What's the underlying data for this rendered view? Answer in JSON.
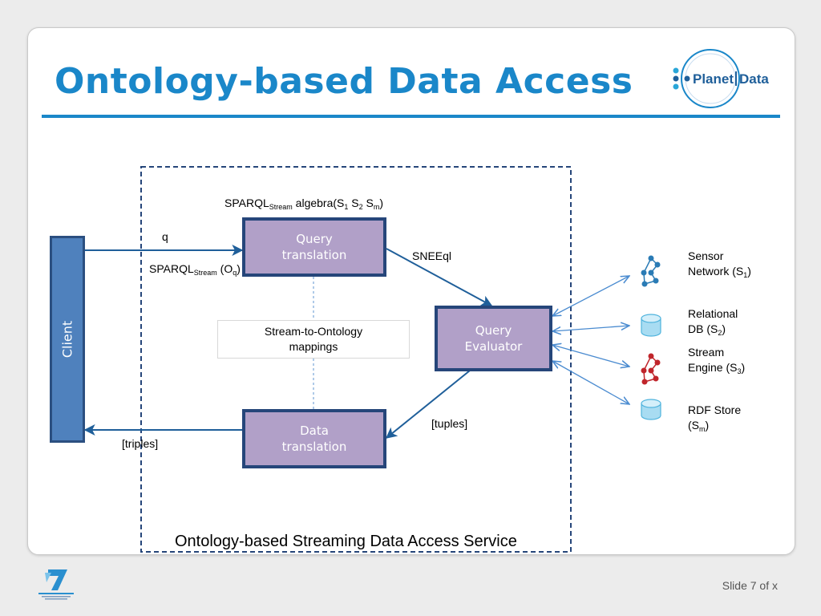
{
  "slide": {
    "title": "Ontology-based Data Access",
    "slide_number": "Slide 7 of x",
    "logo": {
      "text_planet": "Planet",
      "text_data": "Data"
    },
    "colors": {
      "title": "#1a87c9",
      "box_fill": "#b1a0c8",
      "box_border": "#26467a",
      "client": "#4f81bd",
      "arrow": "#1f5f9a",
      "source_arrow": "#4a8bd0"
    }
  },
  "diagram": {
    "client_label": "Client",
    "query_translation": {
      "line1": "Query",
      "line2": "translation"
    },
    "query_evaluator": {
      "line1": "Query",
      "line2": "Evaluator"
    },
    "data_translation": {
      "line1": "Data",
      "line2": "translation"
    },
    "mapping": {
      "line1": "Stream-to-Ontology",
      "line2": "mappings"
    },
    "service_label": "Ontology-based Streaming Data Access Service",
    "labels": {
      "q": "q",
      "sparql_top_main": "SPARQL",
      "sparql_top_sub": "Stream",
      "sparql_top_rest": " algebra(S",
      "sparql_top_s1": "1",
      "sparql_top_s2_pre": " S",
      "sparql_top_s2": "2",
      "sparql_top_sm_pre": " S",
      "sparql_top_sm": "m",
      "sparql_top_close": ")",
      "sparql_left_main": "SPARQL",
      "sparql_left_sub": "Stream",
      "sparql_left_open": " (O",
      "sparql_left_osub": "q",
      "sparql_left_close": ")",
      "sneeql": "SNEEql",
      "tuples": "[tuples]",
      "triples": "[triples]"
    },
    "sources": [
      {
        "line1": "Sensor",
        "line2_pre": "Network (S",
        "sub": "1",
        "close": ")",
        "icon": "sensor-network-icon"
      },
      {
        "line1": "Relational",
        "line2_pre": "DB (S",
        "sub": "2",
        "close": ")",
        "icon": "database-icon"
      },
      {
        "line1": "Stream",
        "line2_pre": "Engine (S",
        "sub": "3",
        "close": ")",
        "icon": "stream-engine-icon"
      },
      {
        "line1": "RDF Store",
        "line2_pre": "(S",
        "sub": "m",
        "close": ")",
        "icon": "rdf-store-icon"
      }
    ]
  }
}
